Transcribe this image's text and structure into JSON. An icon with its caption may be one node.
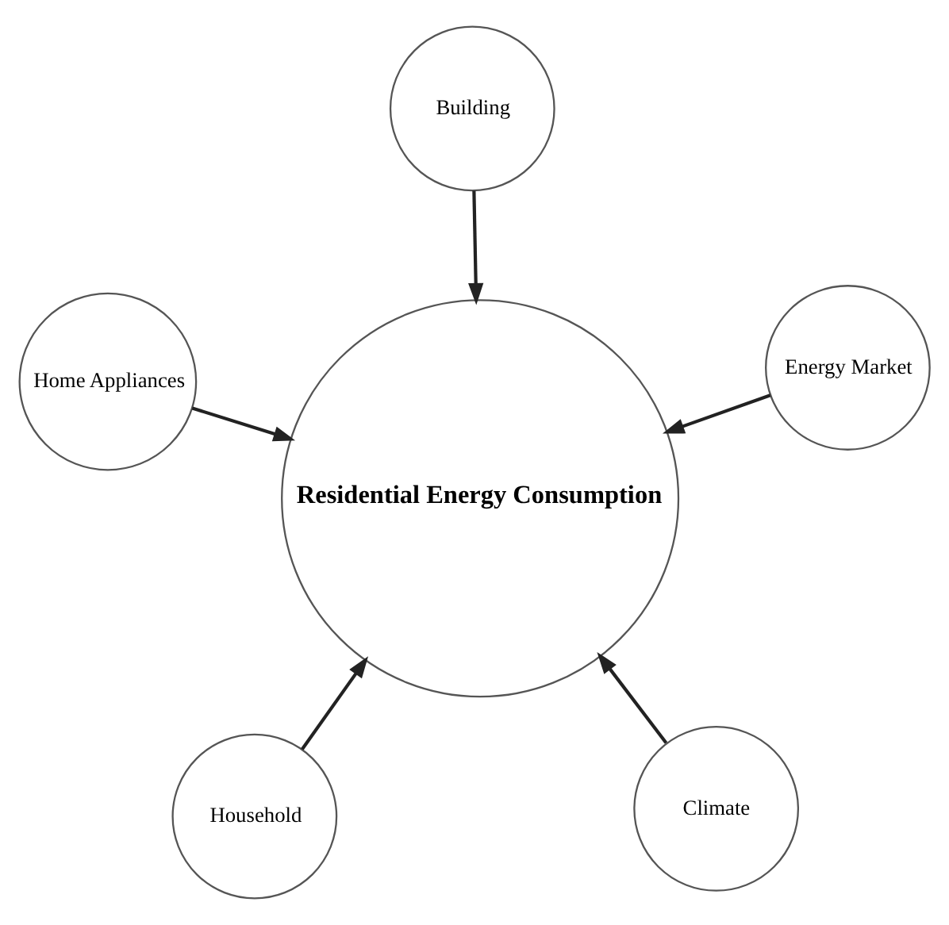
{
  "diagram": {
    "nodes": [
      {
        "text": [
          "Household"
        ]
      },
      {
        "text": [
          "Climate"
        ]
      },
      {
        "text": [
          "Residential Energy Consumption"
        ]
      },
      {
        "text": [
          "Building"
        ]
      },
      {
        "text": [
          "Energy Market"
        ]
      },
      {
        "text": [
          "Home Appliances"
        ]
      }
    ],
    "edges": [
      {
        "from": 0,
        "to": 2,
        "arrow": "to"
      },
      {
        "from": 1,
        "to": 2,
        "arrow": "to"
      },
      {
        "from": 3,
        "to": 2,
        "arrow": "to"
      },
      {
        "from": 4,
        "to": 2,
        "arrow": "to"
      },
      {
        "from": 5,
        "to": 2,
        "arrow": "to"
      }
    ]
  }
}
